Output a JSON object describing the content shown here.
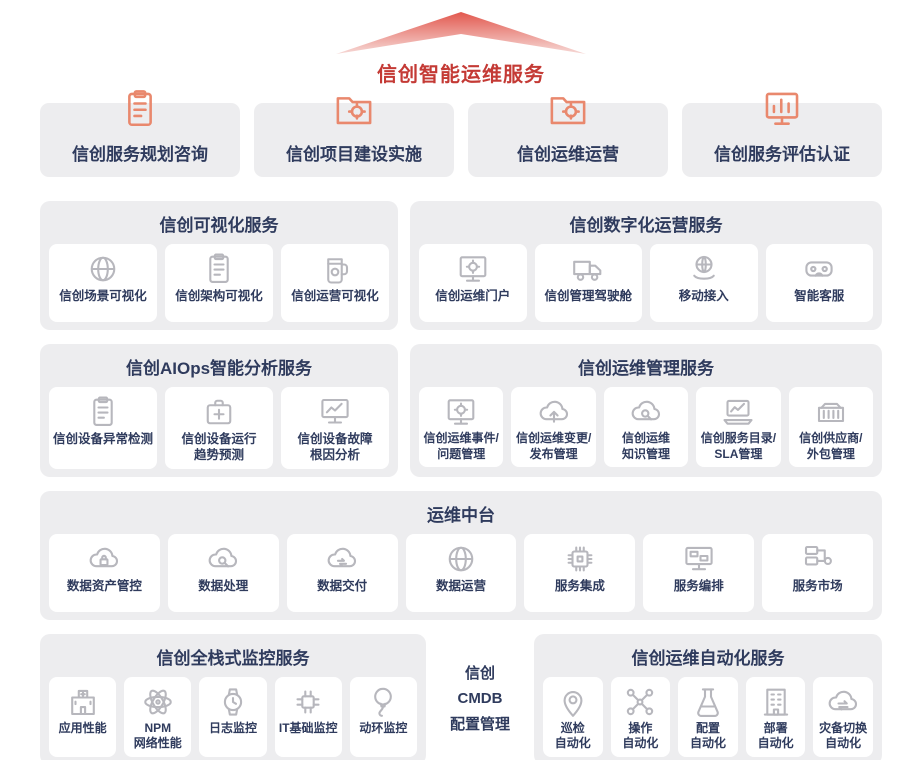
{
  "header": {
    "title": "信创智能运维服务",
    "title_color": "#c43a35",
    "arrow_gradient_top": "#e2584e",
    "arrow_gradient_bottom": "#f6d9d6"
  },
  "colors": {
    "panel_bg": "#ededef",
    "card_bg": "#ffffff",
    "label_navy": "#2f3b5d",
    "icon_gray": "#b7b7bd",
    "icon_orange": "#e9886d"
  },
  "top_services": [
    {
      "label": "信创服务规划咨询",
      "icon": "clipboard-icon"
    },
    {
      "label": "信创项目建设实施",
      "icon": "folder-gear-icon"
    },
    {
      "label": "信创运维运营",
      "icon": "folder-gear-icon"
    },
    {
      "label": "信创服务评估认证",
      "icon": "chart-icon"
    }
  ],
  "sections": {
    "visualization": {
      "title": "信创可视化服务",
      "items": [
        {
          "label": "信创场景可视化",
          "icon": "globe-icon"
        },
        {
          "label": "信创架构可视化",
          "icon": "clipboard-icon"
        },
        {
          "label": "信创运营可视化",
          "icon": "mug-gear-icon"
        }
      ]
    },
    "digital_ops": {
      "title": "信创数字化运营服务",
      "items": [
        {
          "label": "信创运维门户",
          "icon": "gear-screen-icon"
        },
        {
          "label": "信创管理驾驶舱",
          "icon": "truck-icon"
        },
        {
          "label": "移动接入",
          "icon": "hand-globe-icon"
        },
        {
          "label": "智能客服",
          "icon": "vr-headset-icon"
        }
      ]
    },
    "aiops": {
      "title": "信创AIOps智能分析服务",
      "items": [
        {
          "label": "信创设备异常检测",
          "icon": "clipboard-icon"
        },
        {
          "label": "信创设备运行\n趋势预测",
          "icon": "medkit-icon"
        },
        {
          "label": "信创设备故障\n根因分析",
          "icon": "monitor-chart-icon"
        }
      ]
    },
    "ops_mgmt": {
      "title": "信创运维管理服务",
      "items": [
        {
          "label": "信创运维事件/\n问题管理",
          "icon": "gear-screen-icon"
        },
        {
          "label": "信创运维变更/\n发布管理",
          "icon": "cloud-up-icon"
        },
        {
          "label": "信创运维\n知识管理",
          "icon": "cloud-search-icon"
        },
        {
          "label": "信创服务目录/\nSLA管理",
          "icon": "laptop-chart-icon"
        },
        {
          "label": "信创供应商/\n外包管理",
          "icon": "container-icon"
        }
      ]
    },
    "middle_platform": {
      "title": "运维中台",
      "items": [
        {
          "label": "数据资产管控",
          "icon": "cloud-lock-icon"
        },
        {
          "label": "数据处理",
          "icon": "cloud-search-icon"
        },
        {
          "label": "数据交付",
          "icon": "cloud-sync-icon"
        },
        {
          "label": "数据运营",
          "icon": "globe-icon"
        },
        {
          "label": "服务集成",
          "icon": "chip-icon"
        },
        {
          "label": "服务编排",
          "icon": "monitor-nodes-icon"
        },
        {
          "label": "服务市场",
          "icon": "server-network-icon"
        }
      ]
    },
    "monitoring": {
      "title": "信创全栈式监控服务",
      "items": [
        {
          "label": "应用性能",
          "icon": "hospital-icon"
        },
        {
          "label": "NPM\n网络性能",
          "icon": "atom-icon"
        },
        {
          "label": "日志监控",
          "icon": "watch-icon"
        },
        {
          "label": "IT基础监控",
          "icon": "circuit-icon"
        },
        {
          "label": "动环监控",
          "icon": "balloon-icon"
        }
      ]
    },
    "cmdb": {
      "text": "信创\nCMDB\n配置管理"
    },
    "automation": {
      "title": "信创运维自动化服务",
      "items": [
        {
          "label": "巡检\n自动化",
          "icon": "person-pin-icon"
        },
        {
          "label": "操作\n自动化",
          "icon": "nodes-icon"
        },
        {
          "label": "配置\n自动化",
          "icon": "flask-icon"
        },
        {
          "label": "部署\n自动化",
          "icon": "building-icon"
        },
        {
          "label": "灾备切换\n自动化",
          "icon": "cloud-switch-icon"
        }
      ]
    }
  }
}
